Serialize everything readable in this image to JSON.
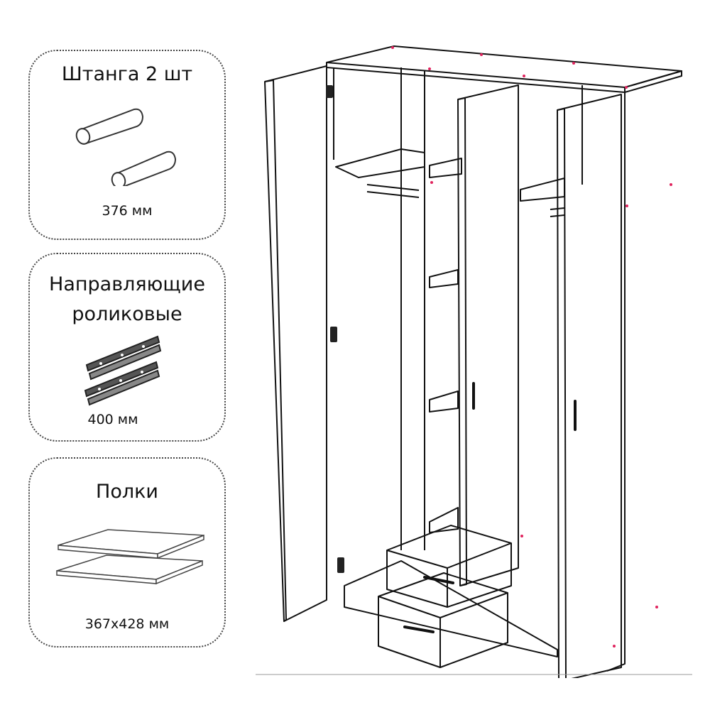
{
  "cards": {
    "rod": {
      "title": "Штанга 2 шт",
      "dimension": "376  мм",
      "icon": "hanging-rod-icon"
    },
    "rails": {
      "title_line1": "Направляющие",
      "title_line2": "роликовые",
      "dimension": "400 мм",
      "icon": "roller-rail-icon"
    },
    "shelves": {
      "title": "Полки",
      "dimension": "367х428 мм",
      "icon": "shelf-board-icon"
    }
  },
  "drawing": {
    "subject": "wardrobe",
    "stroke_color": "#111111",
    "marker_color": "#e0245e"
  }
}
